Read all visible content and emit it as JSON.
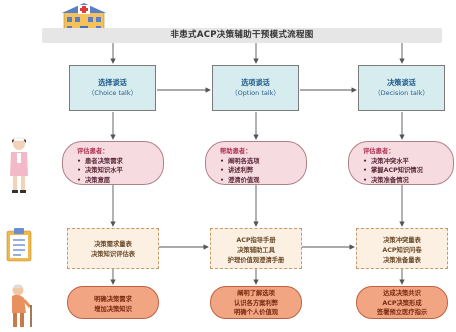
{
  "title": "非患式ACP决策辅助干预模式流程图",
  "stages": [
    {
      "name": "选择谈话",
      "en": "（Choice  talk）"
    },
    {
      "name": "选项谈话",
      "en": "（Option talk）"
    },
    {
      "name": "决策谈话",
      "en": "（Decision talk）"
    }
  ],
  "middle": [
    {
      "heading": "评估患者：",
      "items": [
        "患者决策需求",
        "决策知识水平",
        "决策意愿"
      ]
    },
    {
      "heading": "帮助患者：",
      "items": [
        "阐明各选项",
        "讲述利弊",
        "澄清价值观"
      ]
    },
    {
      "heading": "评估患者：",
      "items": [
        "决策冲突水平",
        "掌握ACP知识情况",
        "决策准备情况"
      ]
    }
  ],
  "tools": [
    {
      "lines": [
        "决策需求量表",
        "决策知识评估表"
      ]
    },
    {
      "lines": [
        "ACP指导手册",
        "决策辅助工具",
        "护理价值观澄清手册"
      ]
    },
    {
      "lines": [
        "决策冲突量表",
        "ACP知识问卷",
        "决策准备量表"
      ]
    }
  ],
  "outcomes": [
    {
      "lines": [
        "明确决策需求",
        "增加决策知识"
      ]
    },
    {
      "lines": [
        "阐明了解选项",
        "认识各方案利弊",
        "明确个人价值观"
      ]
    },
    {
      "lines": [
        "达成决策共识",
        "ACP决策形成",
        "签署预立医疗指示"
      ]
    }
  ],
  "colors": {
    "header_fill": "#d7ecef",
    "pink_fill": "#f6dbe1",
    "beige_fill": "#fbf0e1",
    "orange_fill": "#f2a583",
    "accent": "#1d5a8a"
  },
  "icons": [
    "hospital-icon",
    "nurse-icon",
    "clipboard-icon",
    "elderly-patient-icon"
  ]
}
